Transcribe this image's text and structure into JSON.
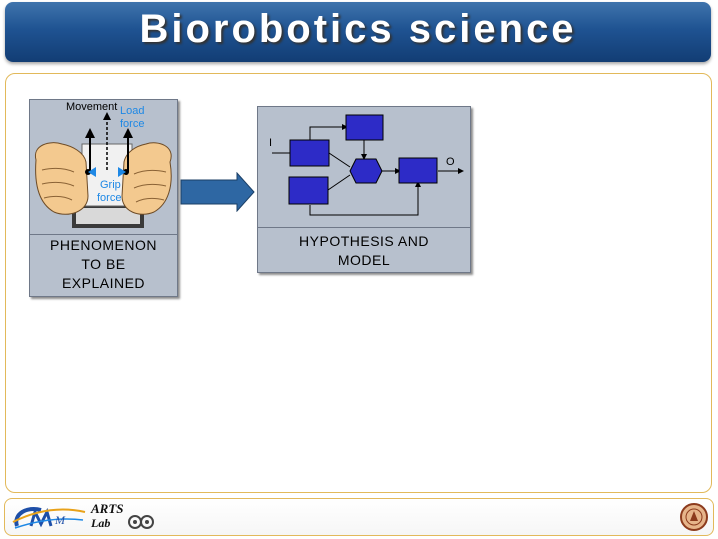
{
  "title": "Biorobotics science",
  "phenomenon": {
    "movement_label": "Movement",
    "load_force_line1": "Load",
    "load_force_line2": "force",
    "grip_force_line1": "Grip",
    "grip_force_line2": "force",
    "caption_line1": "PHENOMENON",
    "caption_line2": "TO BE",
    "caption_line3": "EXPLAINED"
  },
  "model": {
    "input_label": "I",
    "output_label": "O",
    "caption_line1": "HYPOTHESIS AND",
    "caption_line2": "MODEL"
  },
  "footer": {
    "left_logo_icon": "crim-logo-icon",
    "arts_lab_line1": "ARTS",
    "arts_lab_line2": "Lab",
    "right_logo_icon": "university-seal-icon"
  },
  "colors": {
    "title_bar": "#1f5392",
    "panel_border": "#e2b95a",
    "diagram_block": "#2d2bc7",
    "arrow_fill": "#2e67a3",
    "box_background": "#b7c0cd"
  }
}
